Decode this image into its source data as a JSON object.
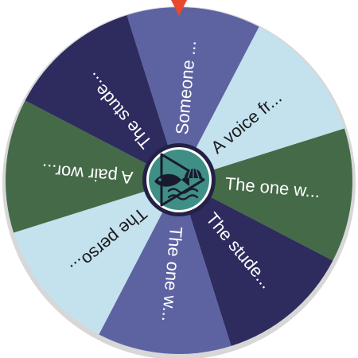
{
  "wheel": {
    "rim_color": "#d7d7d7",
    "hub_fill": "#3f8f86",
    "hub_ring": "#ffffff",
    "hub_outer": "#232145",
    "pointer_color": "#e8492e",
    "hub_icon": "play-fish-shell-icon",
    "segments": [
      {
        "label": "Someone ...",
        "color": "#5d63a1",
        "text_color": "#ffffff"
      },
      {
        "label": "A voice fr...",
        "color": "#c4e1ee",
        "text_color": "#1b1b1b"
      },
      {
        "label": "The one w...",
        "color": "#456a48",
        "text_color": "#ffffff"
      },
      {
        "label": "The stude...",
        "color": "#2e2b5f",
        "text_color": "#ffffff"
      },
      {
        "label": "The one w...",
        "color": "#5d63a1",
        "text_color": "#ffffff"
      },
      {
        "label": "The perso...",
        "color": "#c4e1ee",
        "text_color": "#1b1b1b"
      },
      {
        "label": "A pair wor...",
        "color": "#456a48",
        "text_color": "#ffffff"
      },
      {
        "label": "The stude...",
        "color": "#2e2b5f",
        "text_color": "#ffffff"
      }
    ]
  }
}
